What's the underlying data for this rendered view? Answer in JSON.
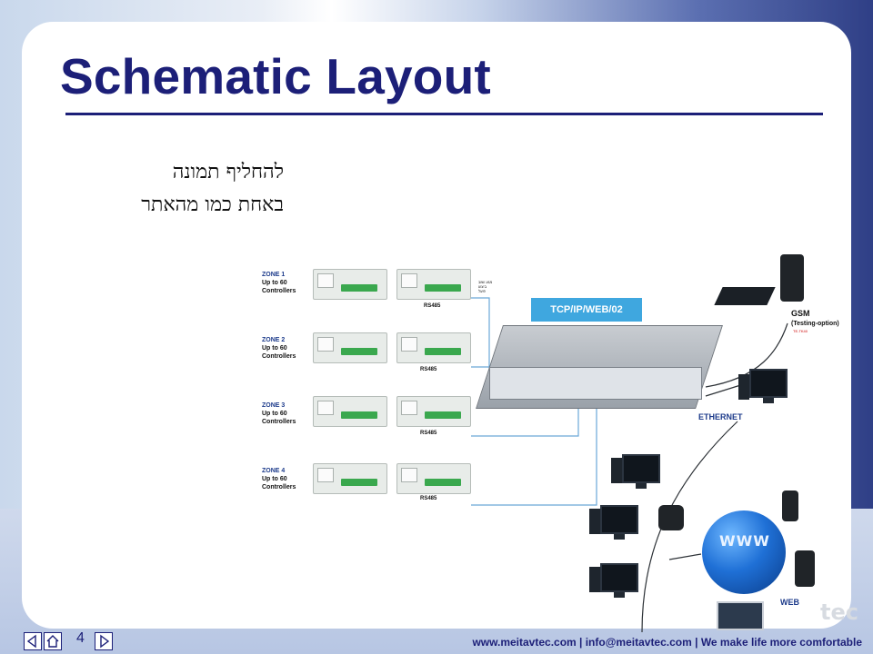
{
  "slide": {
    "title": "Schematic Layout",
    "hebrew_lines": [
      "להחליף תמונה",
      "באחת כמו מהאתר"
    ],
    "page_number": "4"
  },
  "diagram": {
    "zones": [
      {
        "label": "ZONE 1",
        "sub1": "Up to 60",
        "sub2": "Controllers",
        "bus": "RS485"
      },
      {
        "label": "ZONE 2",
        "sub1": "Up to 60",
        "sub2": "Controllers",
        "bus": "RS485"
      },
      {
        "label": "ZONE 3",
        "sub1": "Up to 60",
        "sub2": "Controllers",
        "bus": "RS485"
      },
      {
        "label": "ZONE 4",
        "sub1": "Up to 60",
        "sub2": "Controllers",
        "bus": "RS485"
      }
    ],
    "tiny_note": [
      "מגע ושוב",
      "ביצוע",
      "פועל"
    ],
    "tcp_badge": "TCP/IP/WEB/02",
    "gsm": "GSM",
    "gsm_sub": "(Testing-option)",
    "tiny_red": "TE-TK40",
    "ethernet": "ETHERNET",
    "web": "WEB",
    "www": "WWW"
  },
  "footer": {
    "links": "www.meitavtec.com | info@meitavtec.com | We make life more comfortable",
    "brand": "tec"
  },
  "colors": {
    "title": "#1c1f78",
    "badge": "#3fa7df",
    "accent": "#1d3b8b"
  },
  "icons": [
    "home-icon",
    "prev-arrow-icon",
    "next-arrow-icon",
    "router-icon",
    "phone-icon",
    "globe-icon",
    "monitor-icon",
    "laptop-icon"
  ]
}
